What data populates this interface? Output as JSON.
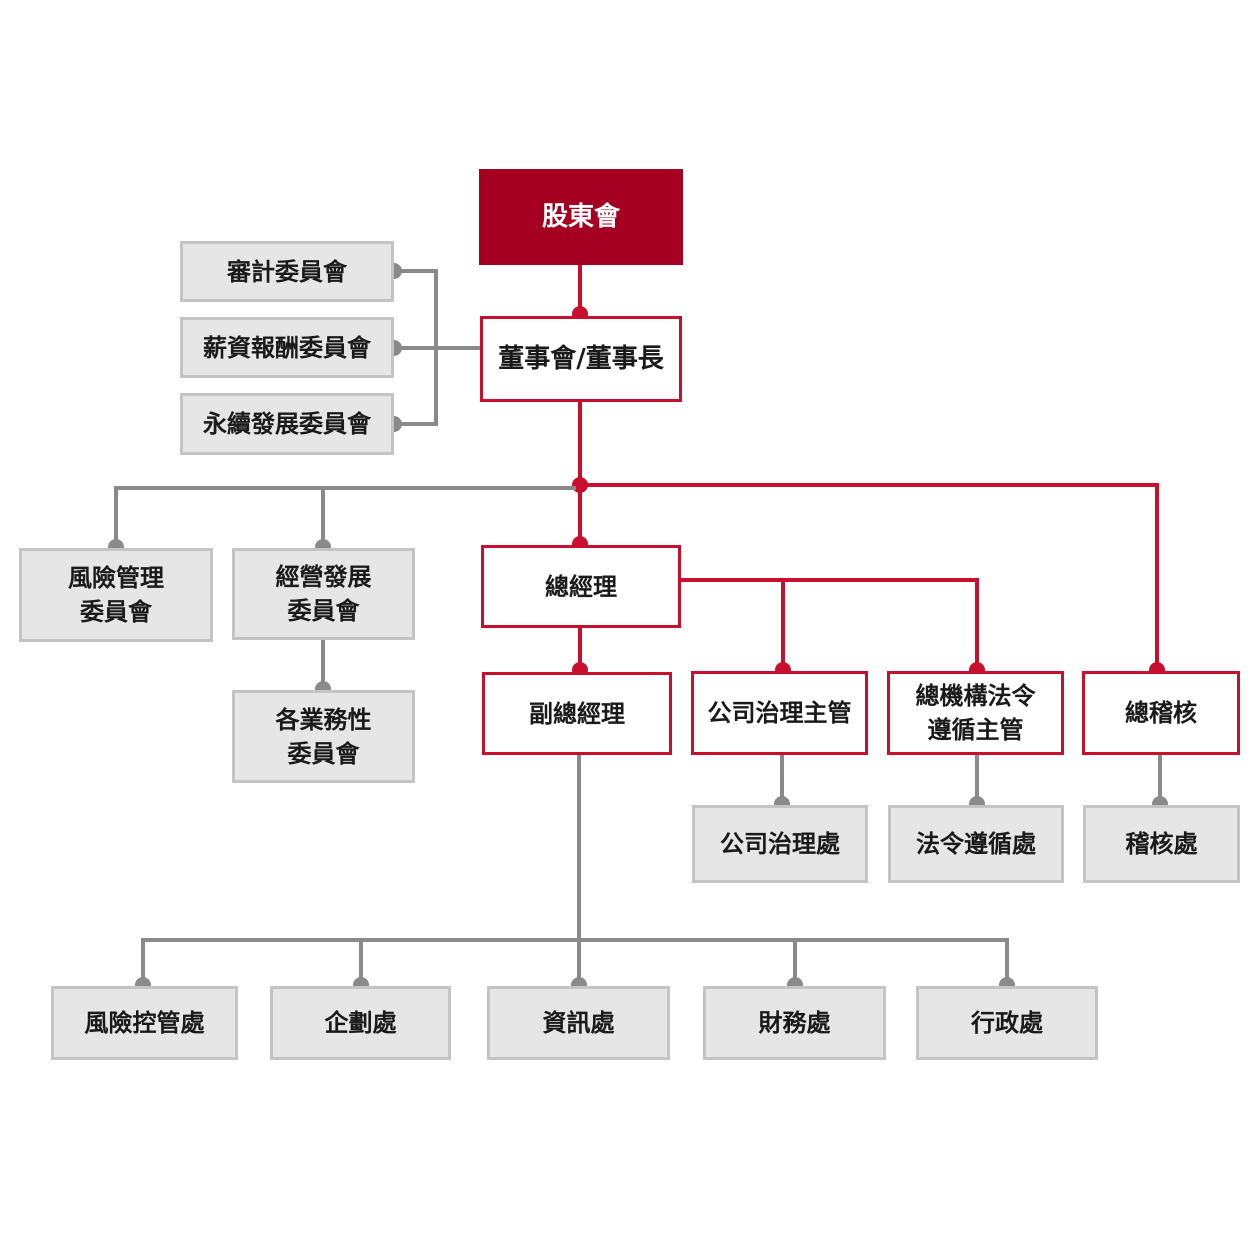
{
  "colors": {
    "accent_red": "#c8102e",
    "dark_red": "#a50021",
    "gray_fill": "#e6e6e6",
    "gray_border": "#c4c4c4",
    "gray_line": "#8a8a8a"
  },
  "nodes": {
    "shareholders": "股東會",
    "board": "董事會/董事長",
    "audit_committee": "審計委員會",
    "compensation_committee": "薪資報酬委員會",
    "sustainability_committee": "永續發展委員會",
    "risk_committee": [
      "風險管理",
      "委員會"
    ],
    "business_dev_committee": [
      "經營發展",
      "委員會"
    ],
    "operations_committees": [
      "各業務性",
      "委員會"
    ],
    "president": "總經理",
    "vice_president": "副總經理",
    "corp_gov_officer": "公司治理主管",
    "compliance_officer": [
      "總機構法令",
      "遵循主管"
    ],
    "chief_auditor": "總稽核",
    "corp_gov_dept": "公司治理處",
    "compliance_dept": "法令遵循處",
    "audit_dept": "稽核處",
    "risk_control_dept": "風險控管處",
    "planning_dept": "企劃處",
    "it_dept": "資訊處",
    "finance_dept": "財務處",
    "admin_dept": "行政處"
  }
}
